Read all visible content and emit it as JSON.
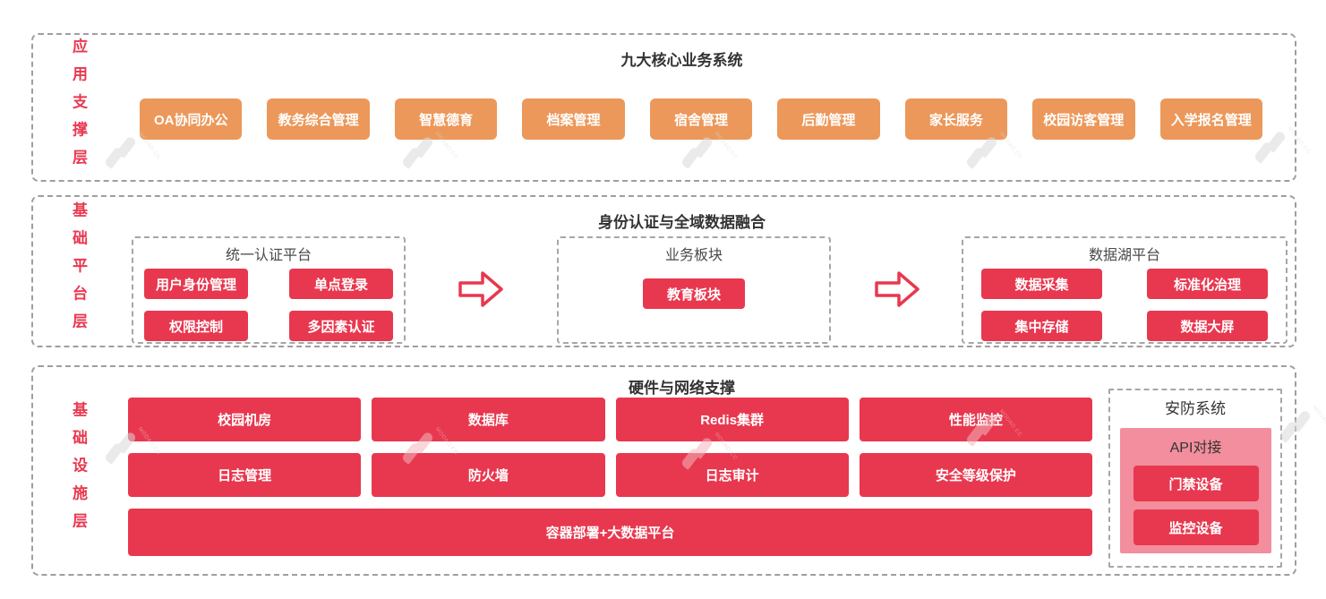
{
  "watermark": {
    "text": "MODAO.CC"
  },
  "colors": {
    "accent_red": "#e8384f",
    "accent_orange": "#ec985a",
    "pink_panel": "#f28e9d",
    "dash_border": "#9e9e9e",
    "title_text": "#333333"
  },
  "layers": {
    "app": {
      "label": "应用支撑层",
      "title": "九大核心业务系统",
      "systems": [
        "OA协同办公",
        "教务综合管理",
        "智慧德育",
        "档案管理",
        "宿舍管理",
        "后勤管理",
        "家长服务",
        "校园访客管理",
        "入学报名管理"
      ]
    },
    "platform": {
      "label": "基础平台层",
      "title": "身份认证与全域数据融合",
      "auth": {
        "title": "统一认证平台",
        "items": [
          "用户身份管理",
          "单点登录",
          "权限控制",
          "多因素认证"
        ]
      },
      "business": {
        "title": "业务板块",
        "items": [
          "教育板块"
        ]
      },
      "datalake": {
        "title": "数据湖平台",
        "items": [
          "数据采集",
          "标准化治理",
          "集中存储",
          "数据大屏"
        ]
      }
    },
    "infra": {
      "label": "基础设施层",
      "title": "硬件与网络支撑",
      "grid": [
        "校园机房",
        "数据库",
        "Redis集群",
        "性能监控",
        "日志管理",
        "防火墙",
        "日志审计",
        "安全等级保护"
      ],
      "wide": "容器部署+大数据平台",
      "security": {
        "title": "安防系统",
        "subtitle": "API对接",
        "items": [
          "门禁设备",
          "监控设备"
        ]
      }
    }
  }
}
